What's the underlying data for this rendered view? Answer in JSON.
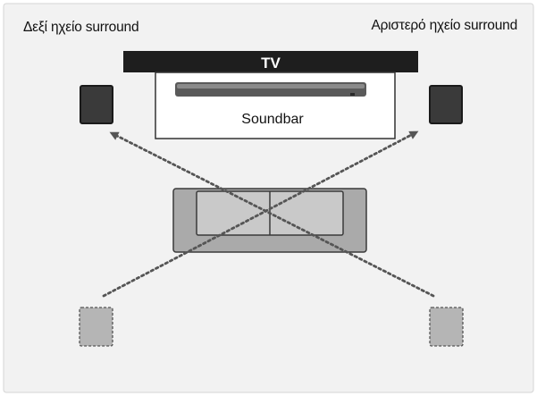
{
  "labels": {
    "right_surround": "Δεξί ηχείο surround",
    "left_surround": "Αριστερό ηχείο surround",
    "tv": "TV",
    "soundbar": "Soundbar"
  },
  "colors": {
    "background": "#f2f2f2",
    "tv_bar": "#1e1e1e",
    "speaker_front": "#3a3a3a",
    "speaker_rear": "#b5b5b5",
    "sofa_outer": "#aaaaaa",
    "sofa_inner": "#c9c9c9",
    "arrows": "#555555"
  }
}
